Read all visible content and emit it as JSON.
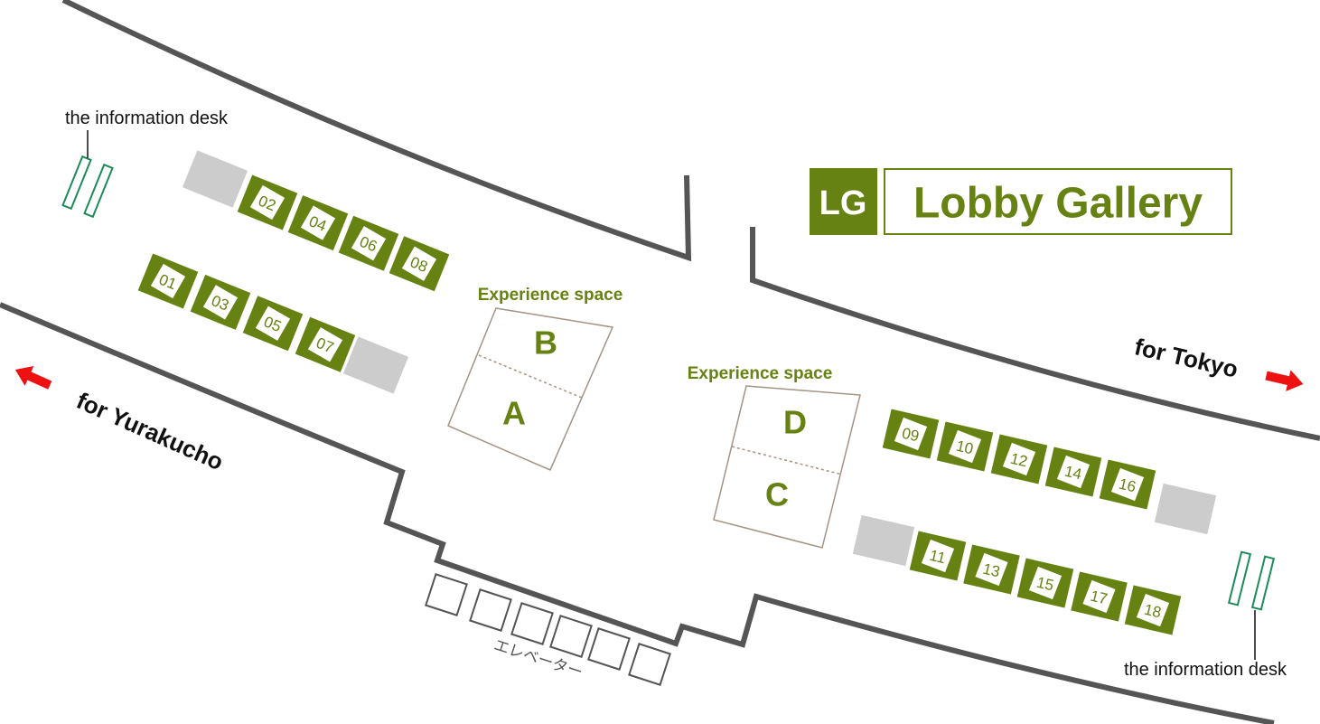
{
  "header": {
    "badge": "LG",
    "title": "Lobby Gallery"
  },
  "directions": {
    "left": "for Yurakucho",
    "right": "for Tokyo"
  },
  "experience": {
    "left_title": "Experience space",
    "right_title": "Experience space",
    "labels": {
      "A": "A",
      "B": "B",
      "C": "C",
      "D": "D"
    }
  },
  "info_desk": {
    "left_label": "the information desk",
    "right_label": "the information desk"
  },
  "elevator": {
    "label": "エレベーター"
  },
  "booths": {
    "row_top_left": [
      "02",
      "04",
      "06",
      "08"
    ],
    "row_bottom_left": [
      "01",
      "03",
      "05",
      "07"
    ],
    "row_top_right": [
      "09",
      "10",
      "12",
      "14",
      "16"
    ],
    "row_bottom_right": [
      "11",
      "13",
      "15",
      "17",
      "18"
    ]
  },
  "colors": {
    "brand_green": "#668212",
    "wall": "#555555",
    "arrow": "#ee1111",
    "desk": "#1d8a5a"
  }
}
